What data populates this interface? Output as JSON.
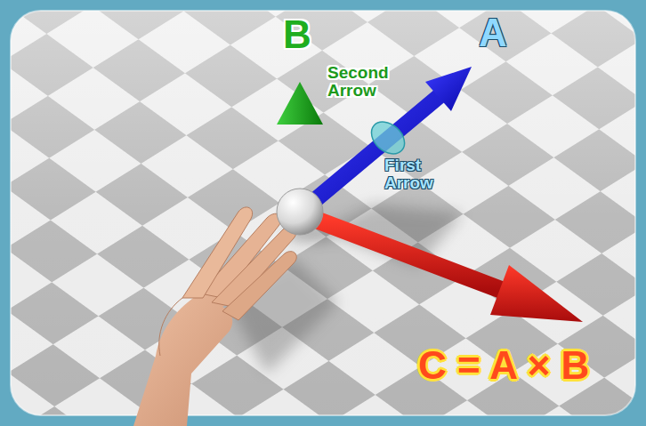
{
  "diagram": {
    "labels": [
      "B",
      "Second Arrow",
      "A",
      "First Arrow",
      "C = A × B"
    ]
  }
}
